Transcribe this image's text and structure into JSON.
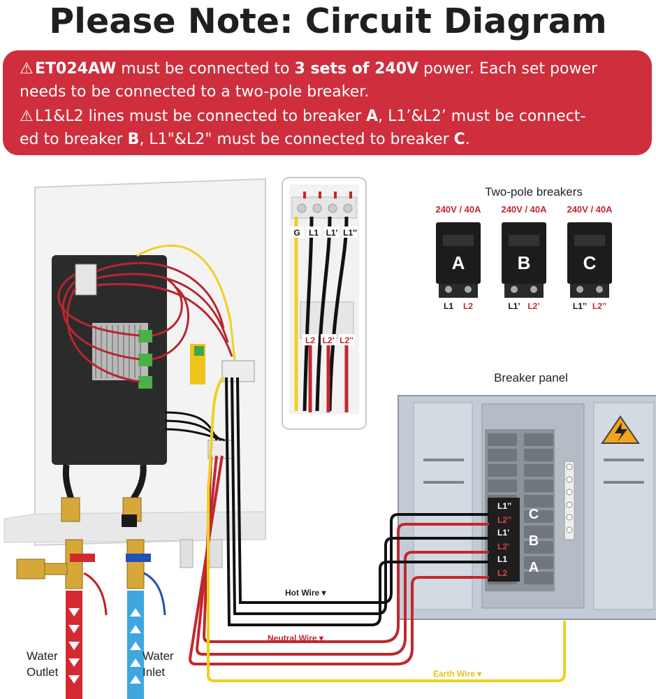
{
  "title": "Please Note: Circuit Diagram",
  "notes": {
    "n1": {
      "model": "ET024AW",
      "t1": " must be connected to ",
      "b1": "3 sets of 240V",
      "t2": " power. Each set power",
      "line2": "needs to be connected to a two-pole breaker."
    },
    "n2": {
      "t1": "L1&L2 lines must be connected to breaker ",
      "b1": "A",
      "t2": ", L1’&L2’  must be connect-",
      "t3": "ed to breaker ",
      "b2": "B",
      "t4": ", L1\"&L2\" must be connected to breaker ",
      "b3": "C",
      "t5": "."
    }
  },
  "terminal_block": {
    "top_labels": [
      "G",
      "L1",
      "L1'",
      "L1''"
    ],
    "bottom_labels": [
      "L2",
      "L2'",
      "L2''"
    ]
  },
  "two_pole": {
    "heading": "Two-pole breakers",
    "breakers": [
      {
        "rating": "240V / 40A",
        "letter": "A",
        "l1": "L1",
        "l2": "L2"
      },
      {
        "rating": "240V / 40A",
        "letter": "B",
        "l1": "L1’",
        "l2": "L2’"
      },
      {
        "rating": "240V / 40A",
        "letter": "C",
        "l1": "L1’’",
        "l2": "L2’’"
      }
    ]
  },
  "panel": {
    "heading": "Breaker panel",
    "rows": [
      {
        "letter": "C",
        "l1": "L1’’",
        "l2": "L2’’"
      },
      {
        "letter": "B",
        "l1": "L1’",
        "l2": "L2’"
      },
      {
        "letter": "A",
        "l1": "L1",
        "l2": "L2"
      }
    ]
  },
  "wires": {
    "hot": "Hot Wire ▾",
    "neutral": "Neutral Wire ▾",
    "earth": "Earth Wire ▾"
  },
  "water": {
    "outlet": [
      "Water",
      "Outlet"
    ],
    "inlet": [
      "Water",
      "Inlet"
    ]
  },
  "colors": {
    "red": "#cf2e3d",
    "hot": "#111111",
    "neutral": "#c0282f",
    "earth": "#f2d024",
    "inlet": "#3ea7e0"
  }
}
